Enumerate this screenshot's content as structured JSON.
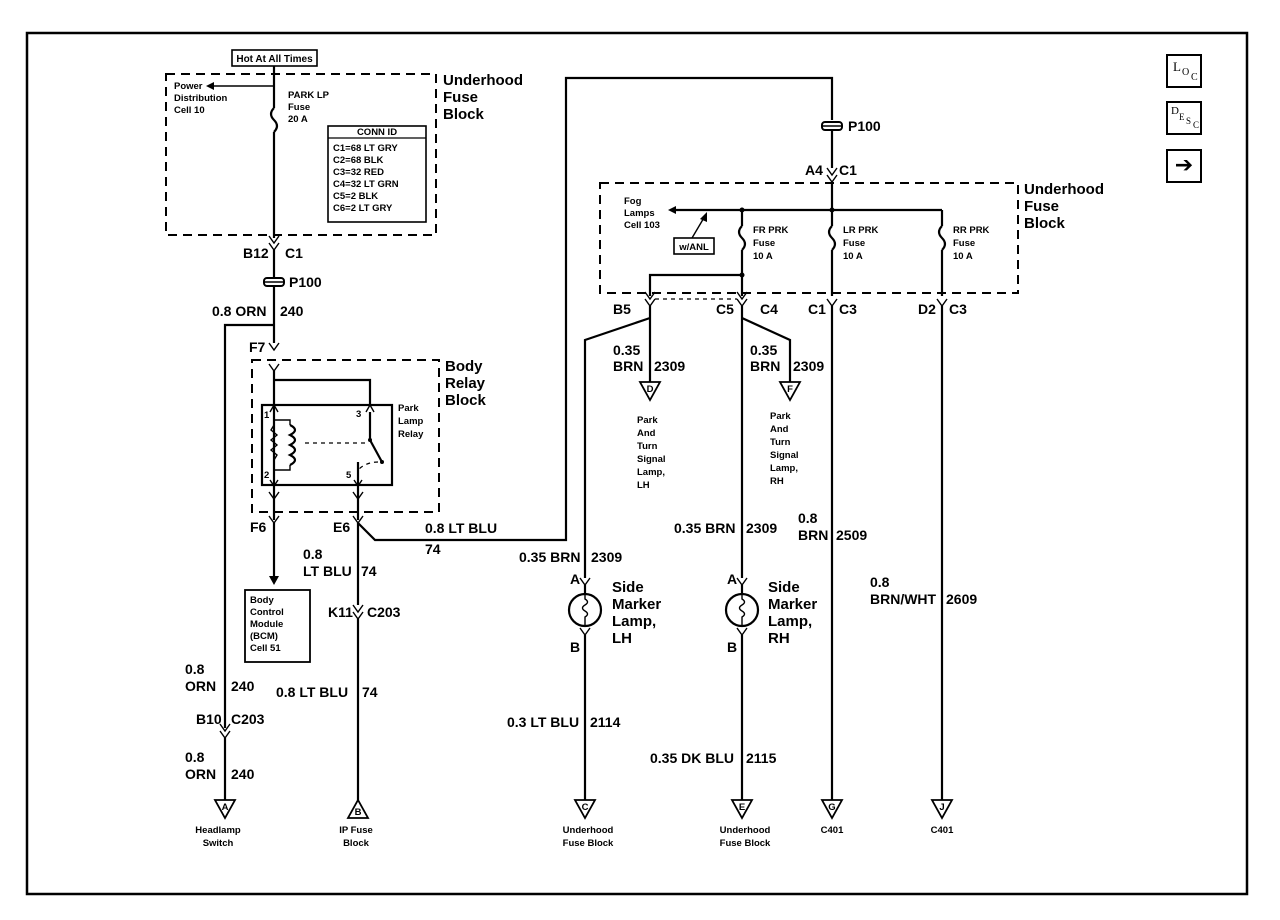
{
  "hot_label": "Hot At All Times",
  "fuse_block_top": {
    "title": [
      "Underhood",
      "Fuse",
      "Block"
    ],
    "power_cell": [
      "Power",
      "Distribution",
      "Cell 10"
    ],
    "fuse": [
      "PARK LP",
      "Fuse",
      "20 A"
    ]
  },
  "conn_id": {
    "title": "CONN ID",
    "rows": [
      "C1=68 LT GRY",
      "C2=68 BLK",
      "C3=32 RED",
      "C4=32 LT GRN",
      "C5=2 BLK",
      "C6=2 LT GRY"
    ]
  },
  "left_wire": {
    "b12": "B12",
    "c1": "C1",
    "p100": "P100",
    "wire1": "0.8 ORN",
    "num1": "240",
    "f7": "F7"
  },
  "relay_block": {
    "title": [
      "Body",
      "Relay",
      "Block"
    ],
    "relay": [
      "Park",
      "Lamp",
      "Relay"
    ],
    "pins": [
      "1",
      "2",
      "3",
      "5"
    ],
    "f6": "F6",
    "e6": "E6"
  },
  "bcm": [
    "Body",
    "Control",
    "Module",
    "(BCM)",
    "Cell 51"
  ],
  "e6_wire": {
    "size_color": "0.8 LT BLU",
    "num": "74"
  },
  "lower_left": {
    "size1": "0.8",
    "color1": "LT BLU",
    "num1": "74",
    "k11": "K11",
    "c203": "C203",
    "wire2": "0.8 LT BLU",
    "num2": "74",
    "orn_size": "0.8",
    "orn_color": "ORN",
    "orn_num": "240",
    "b10": "B10",
    "c203b": "C203",
    "orn_size2": "0.8",
    "orn_color2": "ORN",
    "orn_num2": "240"
  },
  "grounds": [
    {
      "letter": "A",
      "label": [
        "Headlamp",
        "Switch"
      ]
    },
    {
      "letter": "B",
      "label": [
        "IP Fuse",
        "Block"
      ]
    },
    {
      "letter": "C",
      "label": [
        "Underhood",
        "Fuse Block"
      ]
    },
    {
      "letter": "E",
      "label": [
        "Underhood",
        "Fuse Block"
      ]
    },
    {
      "letter": "G",
      "label": [
        "C401"
      ]
    },
    {
      "letter": "J",
      "label": [
        "C401"
      ]
    }
  ],
  "fuse_block_right": {
    "title": [
      "Underhood",
      "Fuse",
      "Block"
    ],
    "p100": "P100",
    "a4": "A4",
    "c1": "C1",
    "fog": [
      "Fog",
      "Lamps",
      "Cell 103"
    ],
    "wanl": "w/ANL",
    "fuses": [
      [
        "FR PRK",
        "Fuse",
        "10 A"
      ],
      [
        "LR PRK",
        "Fuse",
        "10 A"
      ],
      [
        "RR PRK",
        "Fuse",
        "10 A"
      ]
    ],
    "conns": [
      "B5",
      "C5",
      "C4",
      "C1",
      "C3",
      "D2",
      "C3"
    ]
  },
  "park_lamps": [
    {
      "letter": "D",
      "size": "0.35",
      "color": "BRN",
      "num": "2309",
      "label": [
        "Park",
        "And",
        "Turn",
        "Signal",
        "Lamp,",
        "LH"
      ]
    },
    {
      "letter": "F",
      "size": "0.35",
      "color": "BRN",
      "num": "2309",
      "label": [
        "Park",
        "And",
        "Turn",
        "Signal",
        "Lamp,",
        "RH"
      ]
    }
  ],
  "side_markers": [
    {
      "wire": "0.35 BRN",
      "num": "2309",
      "label": [
        "Side",
        "Marker",
        "Lamp,",
        "LH"
      ],
      "out_wire": "0.3 LT BLU",
      "out_num": "2114"
    },
    {
      "wire": "0.35 BRN",
      "num": "2309",
      "label": [
        "Side",
        "Marker",
        "Lamp,",
        "RH"
      ],
      "out_wire": "0.35 DK BLU",
      "out_num": "2115"
    }
  ],
  "pin_a": "A",
  "pin_b": "B",
  "brn_2509": {
    "size": "0.8",
    "color": "BRN",
    "num": "2509"
  },
  "brn_wht": {
    "size": "0.8",
    "color": "BRN/WHT",
    "num": "2609"
  },
  "nav": {
    "loc": [
      "L",
      "O",
      "C"
    ],
    "desc": [
      "D",
      "E",
      "S",
      "C"
    ],
    "next": "➔"
  }
}
